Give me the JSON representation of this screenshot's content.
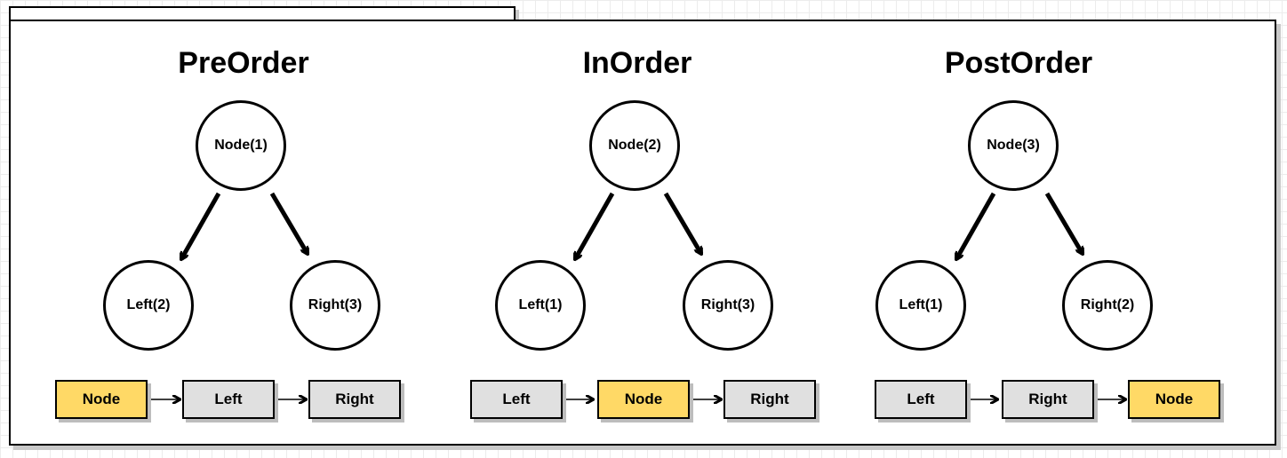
{
  "panels": [
    {
      "title": "PreOrder",
      "node": "Node(1)",
      "left": "Left(2)",
      "right": "Right(3)",
      "sequence": [
        {
          "label": "Node",
          "highlight": true
        },
        {
          "label": "Left",
          "highlight": false
        },
        {
          "label": "Right",
          "highlight": false
        }
      ]
    },
    {
      "title": "InOrder",
      "node": "Node(2)",
      "left": "Left(1)",
      "right": "Right(3)",
      "sequence": [
        {
          "label": "Left",
          "highlight": false
        },
        {
          "label": "Node",
          "highlight": true
        },
        {
          "label": "Right",
          "highlight": false
        }
      ]
    },
    {
      "title": "PostOrder",
      "node": "Node(3)",
      "left": "Left(1)",
      "right": "Right(2)",
      "sequence": [
        {
          "label": "Left",
          "highlight": false
        },
        {
          "label": "Right",
          "highlight": false
        },
        {
          "label": "Node",
          "highlight": true
        }
      ]
    }
  ],
  "colors": {
    "highlight": "#ffd966",
    "plain": "#e0e0e0",
    "stroke": "#000000"
  }
}
